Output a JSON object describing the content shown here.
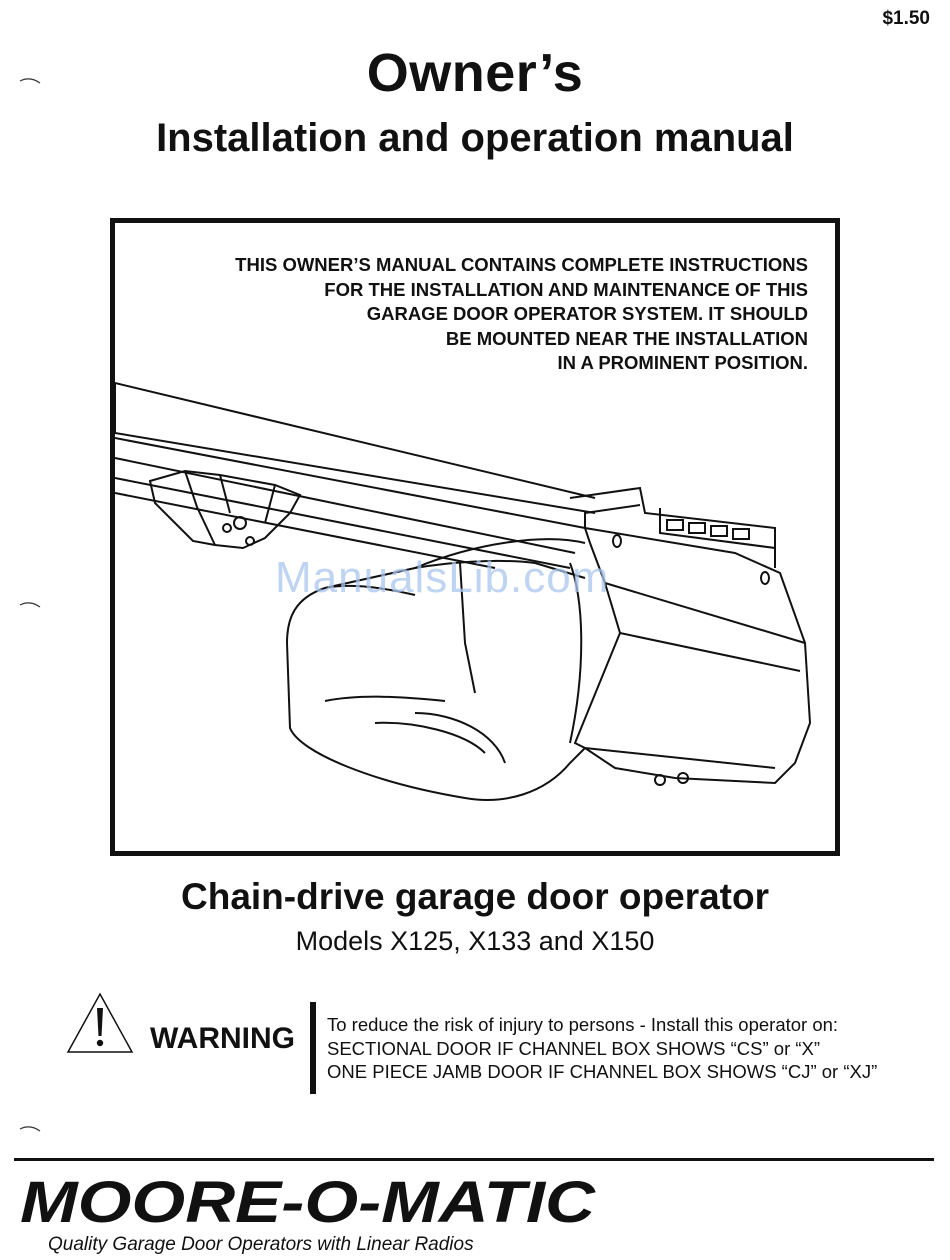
{
  "price": "$1.50",
  "cover": {
    "title": "Owner’s",
    "subtitle": "Installation and operation manual"
  },
  "notice": {
    "lines": [
      "THIS OWNER’S MANUAL CONTAINS COMPLETE INSTRUCTIONS",
      "FOR THE INSTALLATION AND MAINTENANCE OF THIS",
      "GARAGE DOOR OPERATOR SYSTEM.  IT SHOULD",
      "BE MOUNTED NEAR THE INSTALLATION",
      "IN A PROMINENT POSITION."
    ]
  },
  "watermark": "ManualsLib.com",
  "product": {
    "name": "Chain-drive garage door operator",
    "models": "Models X125, X133 and X150"
  },
  "warning": {
    "label": "WARNING",
    "lines": [
      "To reduce the risk of injury to persons - Install this operator on:",
      "SECTIONAL DOOR IF CHANNEL BOX SHOWS “CS” or “X”",
      "ONE PIECE JAMB DOOR IF CHANNEL BOX SHOWS “CJ” or “XJ”"
    ],
    "icon": "warning-triangle-icon"
  },
  "brand": {
    "logo_text": "MOORE-O-MATIC",
    "tagline": "Quality Garage Door Operators with Linear Radios"
  }
}
